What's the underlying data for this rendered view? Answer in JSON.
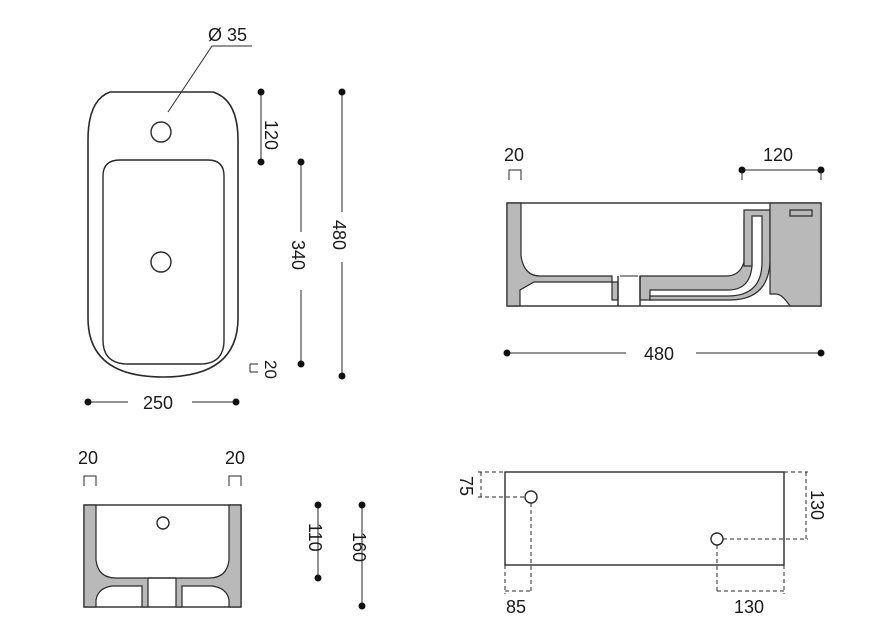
{
  "top_view": {
    "hole_diameter_label": "Ø 35",
    "dim_top_to_basin": "120",
    "dim_basin_length": "340",
    "dim_bottom_rim": "20",
    "dim_total_length": "480",
    "dim_width": "250"
  },
  "side_section": {
    "dim_wall": "20",
    "dim_overflow": "120",
    "dim_length": "480"
  },
  "front_section": {
    "dim_left_wall": "20",
    "dim_right_wall": "20",
    "dim_inner_height": "110",
    "dim_total_height": "160"
  },
  "rear_view": {
    "dim_left_hole_height": "75",
    "dim_right_hole_height": "130",
    "dim_left_hole_offset": "85",
    "dim_right_hole_offset": "130"
  }
}
